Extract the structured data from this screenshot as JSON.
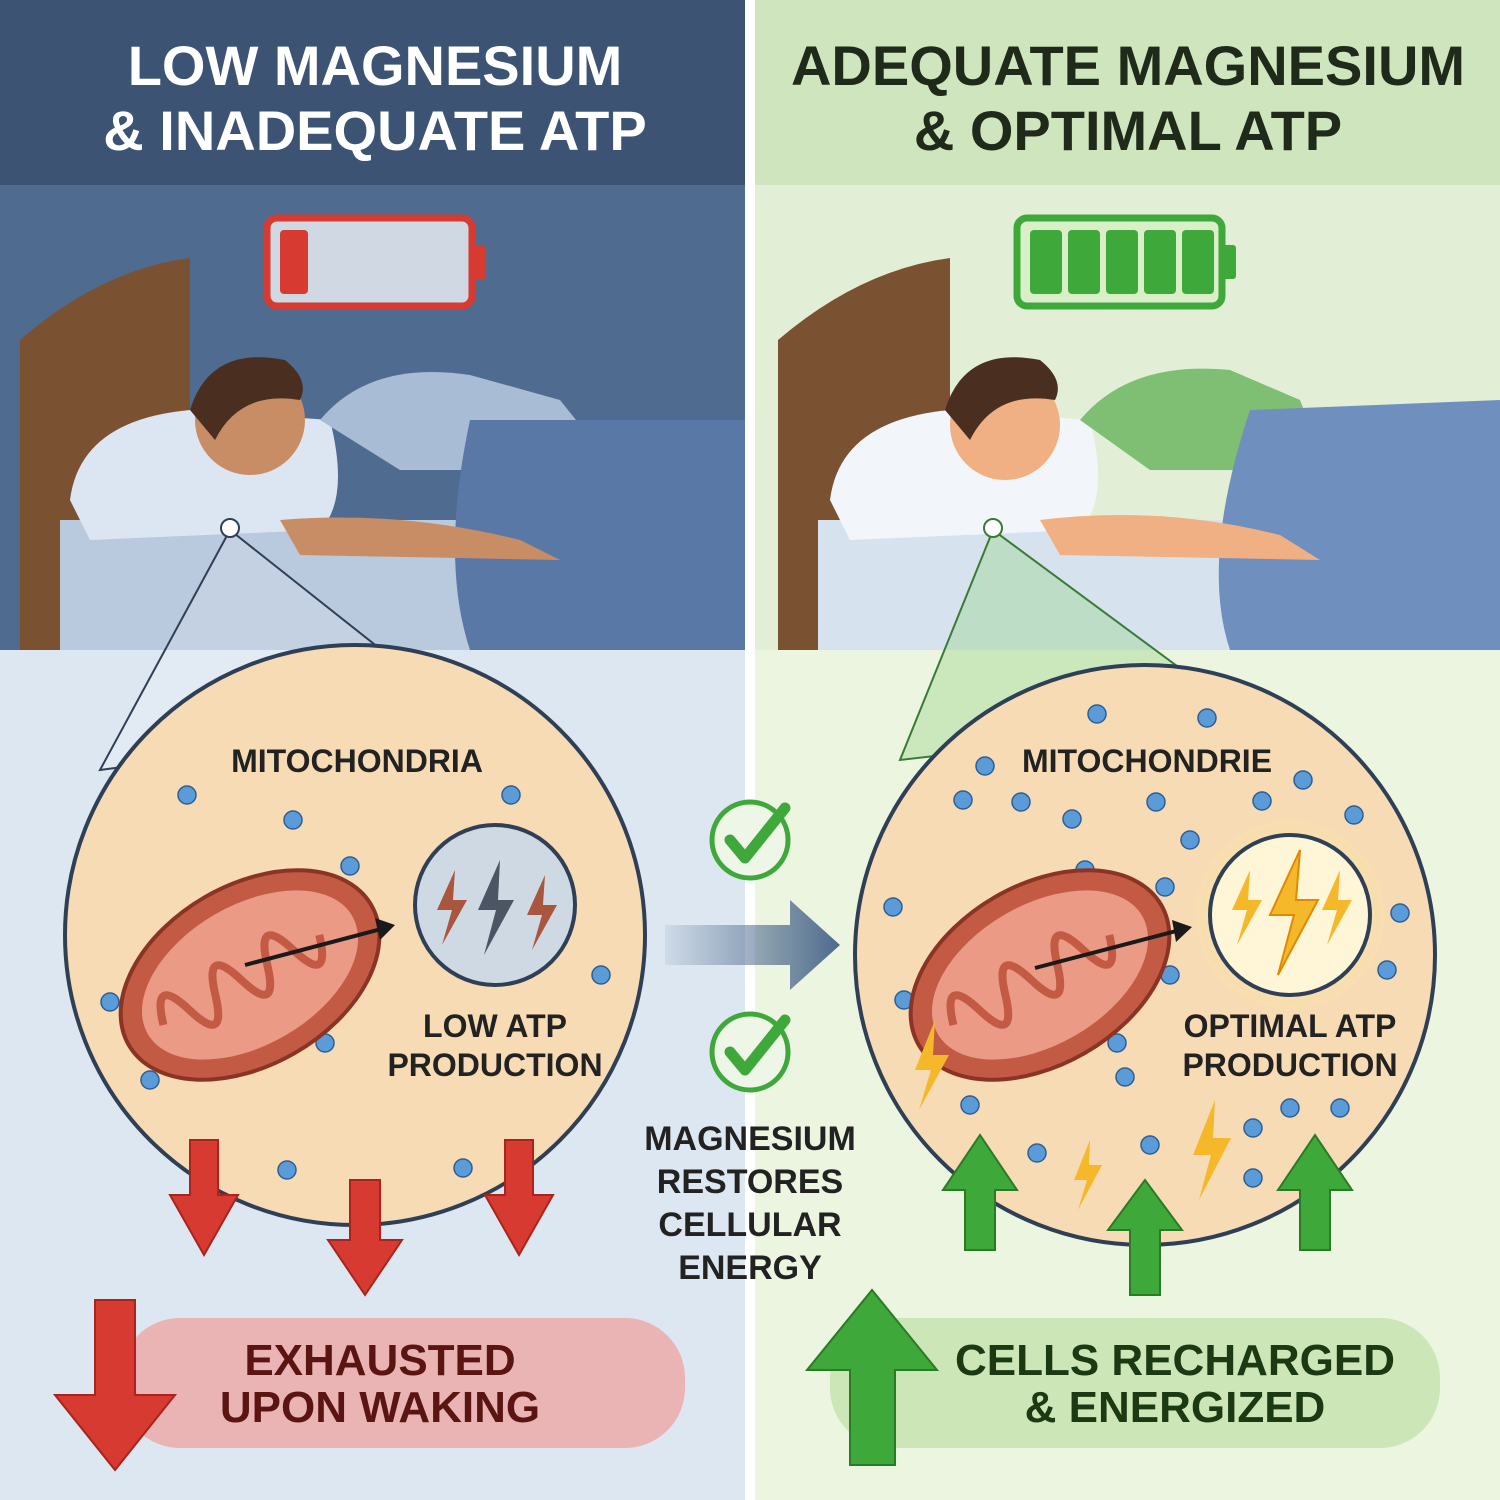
{
  "left": {
    "title_line1": "LOW MAGNESIUM",
    "title_line2": "& INADEQUATE ATP",
    "battery_level": 0.1,
    "circle_label": "MITOCHONDRIA",
    "atp_line1": "LOW ATP",
    "atp_line2": "PRODUCTION",
    "result_line1": "EXHAUSTED",
    "result_line2": "UPON WAKING"
  },
  "right": {
    "title_line1": "ADEQUATE MAGNESIUM",
    "title_line2": "& OPTIMAL ATP",
    "battery_level": 1.0,
    "circle_label": "MITOCHONDRIE",
    "atp_line1": "OPTIMAL ATP",
    "atp_line2": "PRODUCTION",
    "result_line1": "CELLS RECHARGED",
    "result_line2": "& ENERGIZED"
  },
  "center": {
    "line1": "MAGNESIUM",
    "line2": "RESTORES",
    "line3": "CELLULAR",
    "line4": "ENERGY"
  },
  "colors": {
    "left_header": "#3c5374",
    "left_scene": "#4f6b90",
    "left_bottom": "#dde7f1",
    "right_header": "#cfe5bd",
    "right_scene": "#e2efd6",
    "right_bottom": "#ebf5df",
    "red": "#d63a30",
    "green": "#3fa83a",
    "cell": "#f6dbb4",
    "dot": "#5b9bd8"
  }
}
